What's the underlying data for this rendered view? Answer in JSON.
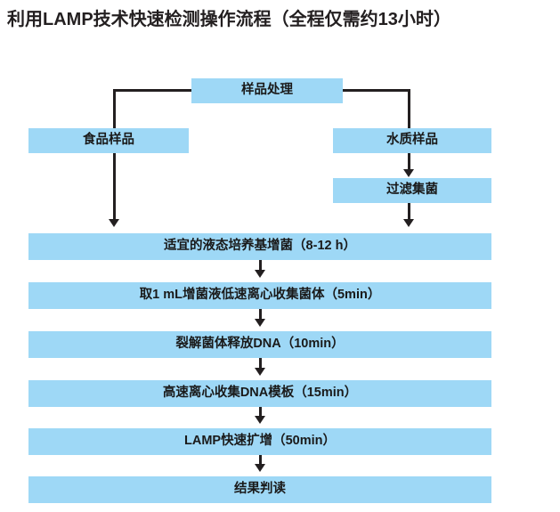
{
  "title": "利用LAMP技术快速检测操作流程（全程仅需约13小时）",
  "colors": {
    "box_fill": "#9ed8f6",
    "text": "#1a1a1a",
    "connector": "#231f20",
    "background": "#ffffff"
  },
  "flowchart": {
    "nodes": {
      "sample_processing": "样品处理",
      "food_sample": "食品样品",
      "water_sample": "水质样品",
      "filter_collect": "过滤集菌",
      "enrichment": "适宜的液态培养基增菌（8-12 h）",
      "low_speed_spin": "取1 mL增菌液低速离心收集菌体（5min）",
      "lysis": "裂解菌体释放DNA（10min）",
      "high_speed_spin": "高速离心收集DNA模板（15min）",
      "lamp_amplification": "LAMP快速扩增（50min）",
      "result_readout": "结果判读"
    }
  }
}
